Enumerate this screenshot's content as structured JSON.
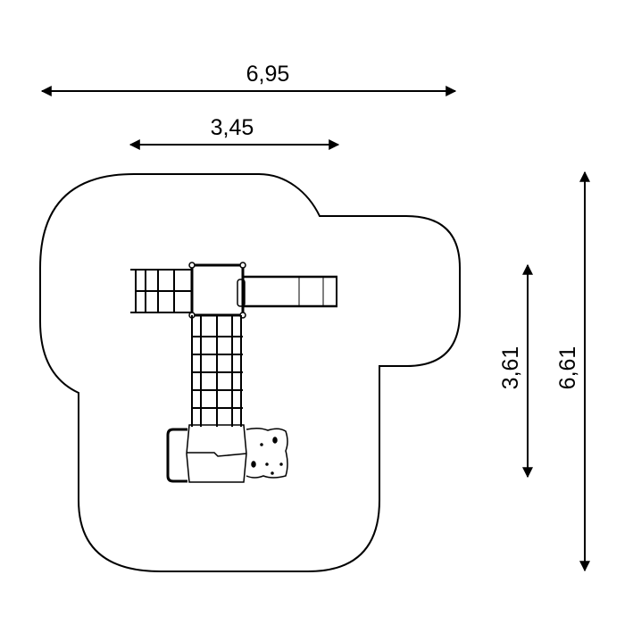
{
  "dimensions": {
    "overall_width": "6,95",
    "equipment_width": "3,45",
    "equipment_depth": "3,61",
    "overall_depth": "6,61"
  },
  "colors": {
    "line": "#000000",
    "background": "#ffffff"
  }
}
